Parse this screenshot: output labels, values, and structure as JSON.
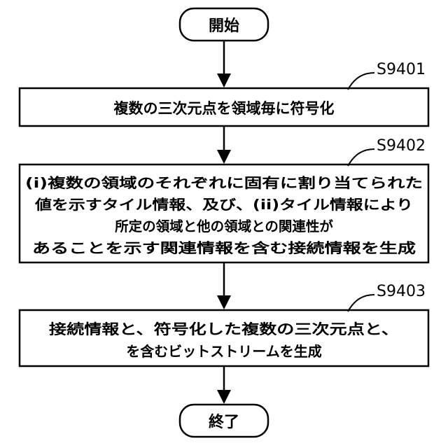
{
  "flowchart": {
    "start_label": "開始",
    "end_label": "終了",
    "steps": [
      {
        "id": "S9401",
        "lines": [
          "複数の三次元点を領域毎に符号化"
        ]
      },
      {
        "id": "S9402",
        "lines": [
          "(i)複数の領域のそれぞれに固有に割り当てられた",
          "値を示すタイル情報、及び、(ii)タイル情報により",
          "所定の領域と他の領域との関連性が",
          "あることを示す関連情報を含む接続情報を生成"
        ]
      },
      {
        "id": "S9403",
        "lines": [
          "接続情報と、符号化した複数の三次元点と、",
          "を含むビットストリームを生成"
        ]
      }
    ]
  }
}
